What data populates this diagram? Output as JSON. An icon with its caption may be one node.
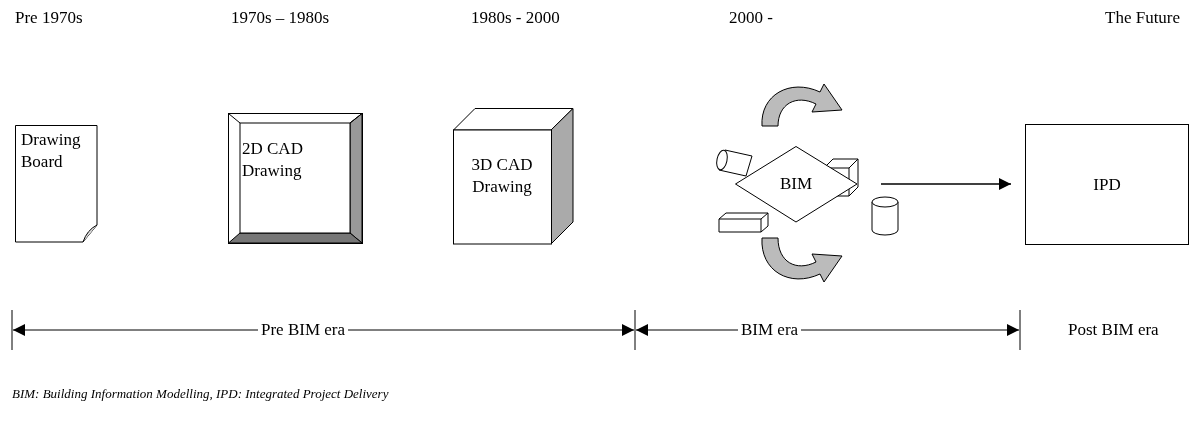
{
  "diagram": {
    "caption": "BIM: Building Information Modelling, IPD: Integrated Project Delivery",
    "nodes": [
      {
        "text": [
          "Drawing Board"
        ]
      },
      {
        "text": [
          "2D CAD Drawing"
        ]
      },
      {
        "text": [
          "3D CAD Drawing"
        ]
      },
      {
        "text": [
          "BIM"
        ]
      },
      {
        "text": [
          "IPD"
        ]
      }
    ],
    "edges": [
      {
        "from": 3,
        "to": 4,
        "arrow": "to"
      }
    ],
    "labels": [
      "Pre 1970s",
      "1970s – 1980s",
      "1980s - 2000",
      "2000 -",
      "The Future",
      "Pre BIM era",
      "BIM era",
      "Post BIM era"
    ]
  }
}
